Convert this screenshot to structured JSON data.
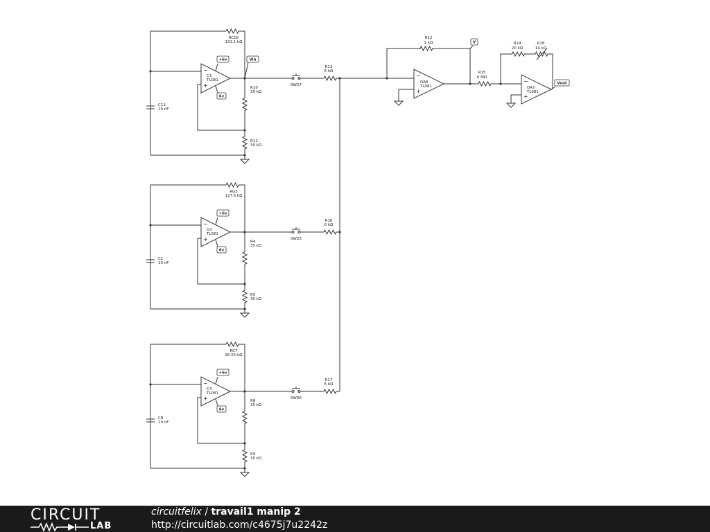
{
  "schematic": {
    "stages": [
      {
        "opamp": {
          "name": "C3",
          "part": "TL081",
          "vpos": "+6v",
          "vneg": "6v"
        },
        "feedback": {
          "name": "RC18",
          "value": "191.1 kΩ"
        },
        "rdiv_top": {
          "name": "R10",
          "value": "35 kΩ"
        },
        "rdiv_bot": {
          "name": "R11",
          "value": "30 kΩ"
        },
        "cap": {
          "name": "C11",
          "value": "10 nF"
        },
        "switch": "SW27",
        "rsum": {
          "name": "R13",
          "value": "6 kΩ"
        },
        "out_flag": "Vin"
      },
      {
        "opamp": {
          "name": "G3",
          "part": "TL081",
          "vpos": "+6v",
          "vneg": "6v"
        },
        "feedback": {
          "name": "RG3",
          "value": "127.5 kΩ"
        },
        "rdiv_top": {
          "name": "R4",
          "value": "35 kΩ"
        },
        "rdiv_bot": {
          "name": "R5",
          "value": "30 kΩ"
        },
        "cap": {
          "name": "C1",
          "value": "10 nF"
        },
        "switch": "SW25",
        "rsum": {
          "name": "R16",
          "value": "6 kΩ"
        },
        "out_flag": ""
      },
      {
        "opamp": {
          "name": "C4",
          "part": "TL081",
          "vpos": "+6v",
          "vneg": "6v"
        },
        "feedback": {
          "name": "RC7",
          "value": "95.55 kΩ"
        },
        "rdiv_top": {
          "name": "R8",
          "value": "35 kΩ"
        },
        "rdiv_bot": {
          "name": "R9",
          "value": "30 kΩ"
        },
        "cap": {
          "name": "C8",
          "value": "10 nF"
        },
        "switch": "SW26",
        "rsum": {
          "name": "R17",
          "value": "6 kΩ"
        },
        "out_flag": ""
      }
    ],
    "summer": {
      "opamp": {
        "name": "OA6",
        "part": "TL081"
      },
      "feedback": {
        "name": "R12",
        "value": "1 kΩ"
      },
      "out_flag": "V"
    },
    "output_stage": {
      "series": {
        "name": "R15",
        "value": "6 MΩ"
      },
      "opamp": {
        "name": "OA7",
        "part": "TL081"
      },
      "r14": {
        "name": "R14",
        "value": "20 kΩ"
      },
      "r18": {
        "name": "R18",
        "value": "10 kΩ"
      },
      "out_flag": "Vout"
    }
  },
  "footer": {
    "logo_top": "CIRCUIT",
    "logo_bottom": "LAB",
    "author": "circuitfelix",
    "separator": " / ",
    "project": "travail1 manip 2",
    "url": "http://circuitlab.com/c4675j7u2242z"
  }
}
